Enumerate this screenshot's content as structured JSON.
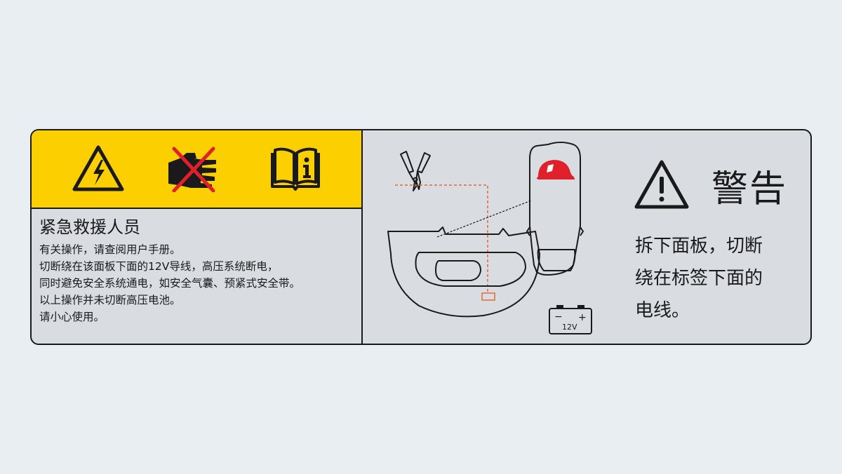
{
  "left_panel": {
    "title": "紧急救援人员",
    "lines": [
      "有关操作，请查阅用户手册。",
      "切断绕在该面板下面的12V导线，高压系统断电，",
      "同时避免安全系统通电，如安全气囊、预紧式安全带。",
      "以上操作并未切断高压电池。",
      "请小心使用。"
    ],
    "icons": [
      "high-voltage-warning-icon",
      "no-hand-touch-icon",
      "read-manual-icon"
    ]
  },
  "illustration": {
    "battery_label": "12V",
    "battery_minus": "−",
    "battery_plus": "+",
    "icons": [
      "wire-cutter-icon",
      "firefighter-helmet-icon",
      "vehicle-top-view-icon",
      "trunk-panel-icon",
      "battery-icon"
    ]
  },
  "warning": {
    "title": "警告",
    "lines": [
      "拆下面板，切断",
      "绕在标签下面的",
      "电线。"
    ]
  },
  "colors": {
    "background": "#e9eef2",
    "label_background": "#d9dde1",
    "icon_bar": "#fcd000",
    "cut_line": "#e26a3a",
    "helmet_red": "#e0202a",
    "prohibition_red": "#e0202a"
  }
}
